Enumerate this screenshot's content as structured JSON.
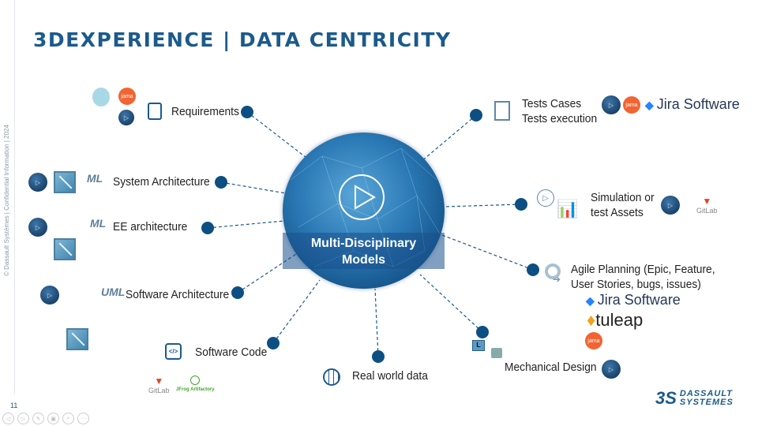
{
  "title": "3DEXPERIENCE | DATA CENTRICITY",
  "copyright": "© Dassault Systèmes | Confidential Information | 2024",
  "center": {
    "label_line1": "Multi-Disciplinary",
    "label_line2": "Models"
  },
  "nodes": {
    "requirements": "Requirements",
    "system_architecture": "System Architecture",
    "ee_architecture": "EE architecture",
    "software_architecture": "Software Architecture",
    "software_code": "Software Code",
    "real_world_data": "Real world data",
    "mechanical_design": "Mechanical Design",
    "agile_line1": "Agile Planning (Epic, Feature,",
    "agile_line2": "User Stories, bugs, issues)",
    "simulation_line1": "Simulation or",
    "simulation_line2": "test Assets",
    "tests_line1": "Tests Cases",
    "tests_line2": "Tests execution"
  },
  "logos": {
    "jama": "jama",
    "jira": "Jira Software",
    "tuleap": "tuleap",
    "gitlab": "GitLab",
    "jfrog": "JFrog Artifactory",
    "dassault_line1": "DASSAULT",
    "dassault_line2": "SYSTEMES"
  },
  "slide_number": "11",
  "colors": {
    "accent": "#0d4f82",
    "title": "#1b5a8c"
  }
}
